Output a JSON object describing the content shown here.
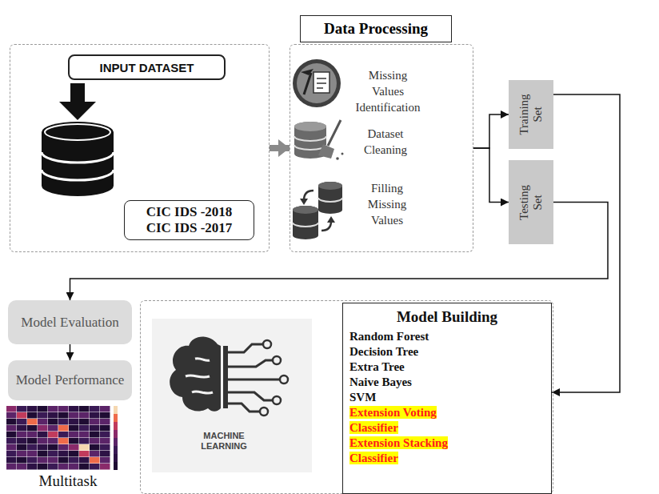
{
  "diagram": {
    "title": "Data Processing",
    "nodes": [
      {
        "text": []
      },
      {
        "text": [
          "INPUT DATASET"
        ],
        "in": 0
      },
      {
        "text": [
          "CIC IDS -2018",
          "CIC IDS -2017"
        ],
        "in": 0
      },
      {
        "text": [
          "Data Processing"
        ]
      },
      {
        "text": [
          "Training Set"
        ]
      },
      {
        "text": [
          "Testing Set"
        ]
      },
      {
        "text": [
          "Model Evaluation"
        ]
      },
      {
        "text": [
          "Model Performance"
        ]
      },
      {
        "text": []
      },
      {
        "text": [
          "Model Building",
          "Random Forest",
          "Decision Tree",
          "Extra Tree",
          "Naive Bayes",
          "SVM",
          "Extension Voting Classifier",
          "Extension Stacking Classifier"
        ],
        "in": 8
      }
    ],
    "edges": [
      {
        "from": 0,
        "to": 3,
        "arrow": "to"
      },
      {
        "from": 3,
        "to": 4,
        "arrow": "to"
      },
      {
        "from": 3,
        "to": 5,
        "arrow": "to"
      },
      {
        "from": 4,
        "to": 9,
        "arrow": "to"
      },
      {
        "from": 5,
        "to": 6,
        "arrow": "to"
      },
      {
        "from": 6,
        "to": 7,
        "arrow": "to"
      }
    ],
    "labels": [
      "Missing Values Identification",
      "Dataset Cleaning",
      "Filling Missing Values",
      "MACHINE LEARNING",
      "Multitask"
    ]
  }
}
